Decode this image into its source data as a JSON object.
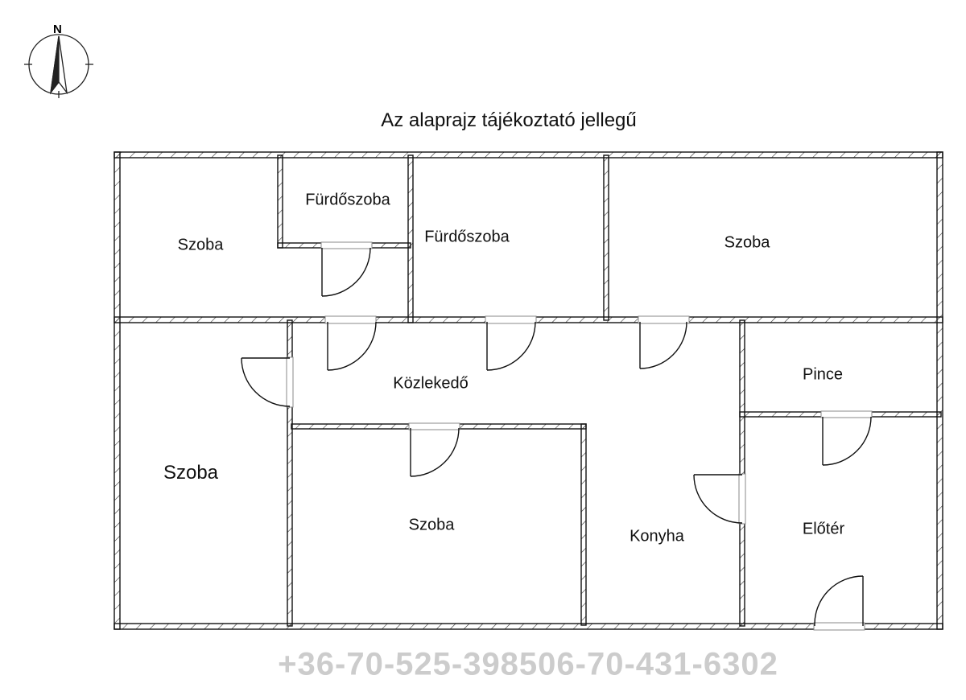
{
  "title": "Az alaprajz tájékoztató jellegű",
  "compass": {
    "label": "N"
  },
  "watermark": "+36-70-525-398506-70-431-6302",
  "rooms": [
    {
      "id": "szoba-nw",
      "label": "Szoba"
    },
    {
      "id": "furdo-small",
      "label": "Fürdőszoba"
    },
    {
      "id": "furdo",
      "label": "Fürdőszoba"
    },
    {
      "id": "szoba-ne",
      "label": "Szoba"
    },
    {
      "id": "pince",
      "label": "Pince"
    },
    {
      "id": "kozlekedo",
      "label": "Közlekedő"
    },
    {
      "id": "szoba-w",
      "label": "Szoba"
    },
    {
      "id": "szoba-mid",
      "label": "Szoba"
    },
    {
      "id": "konyha",
      "label": "Konyha"
    },
    {
      "id": "eloter",
      "label": "Előtér"
    }
  ],
  "colors": {
    "wall": "#111111",
    "watermark": "#aaaaaa"
  }
}
